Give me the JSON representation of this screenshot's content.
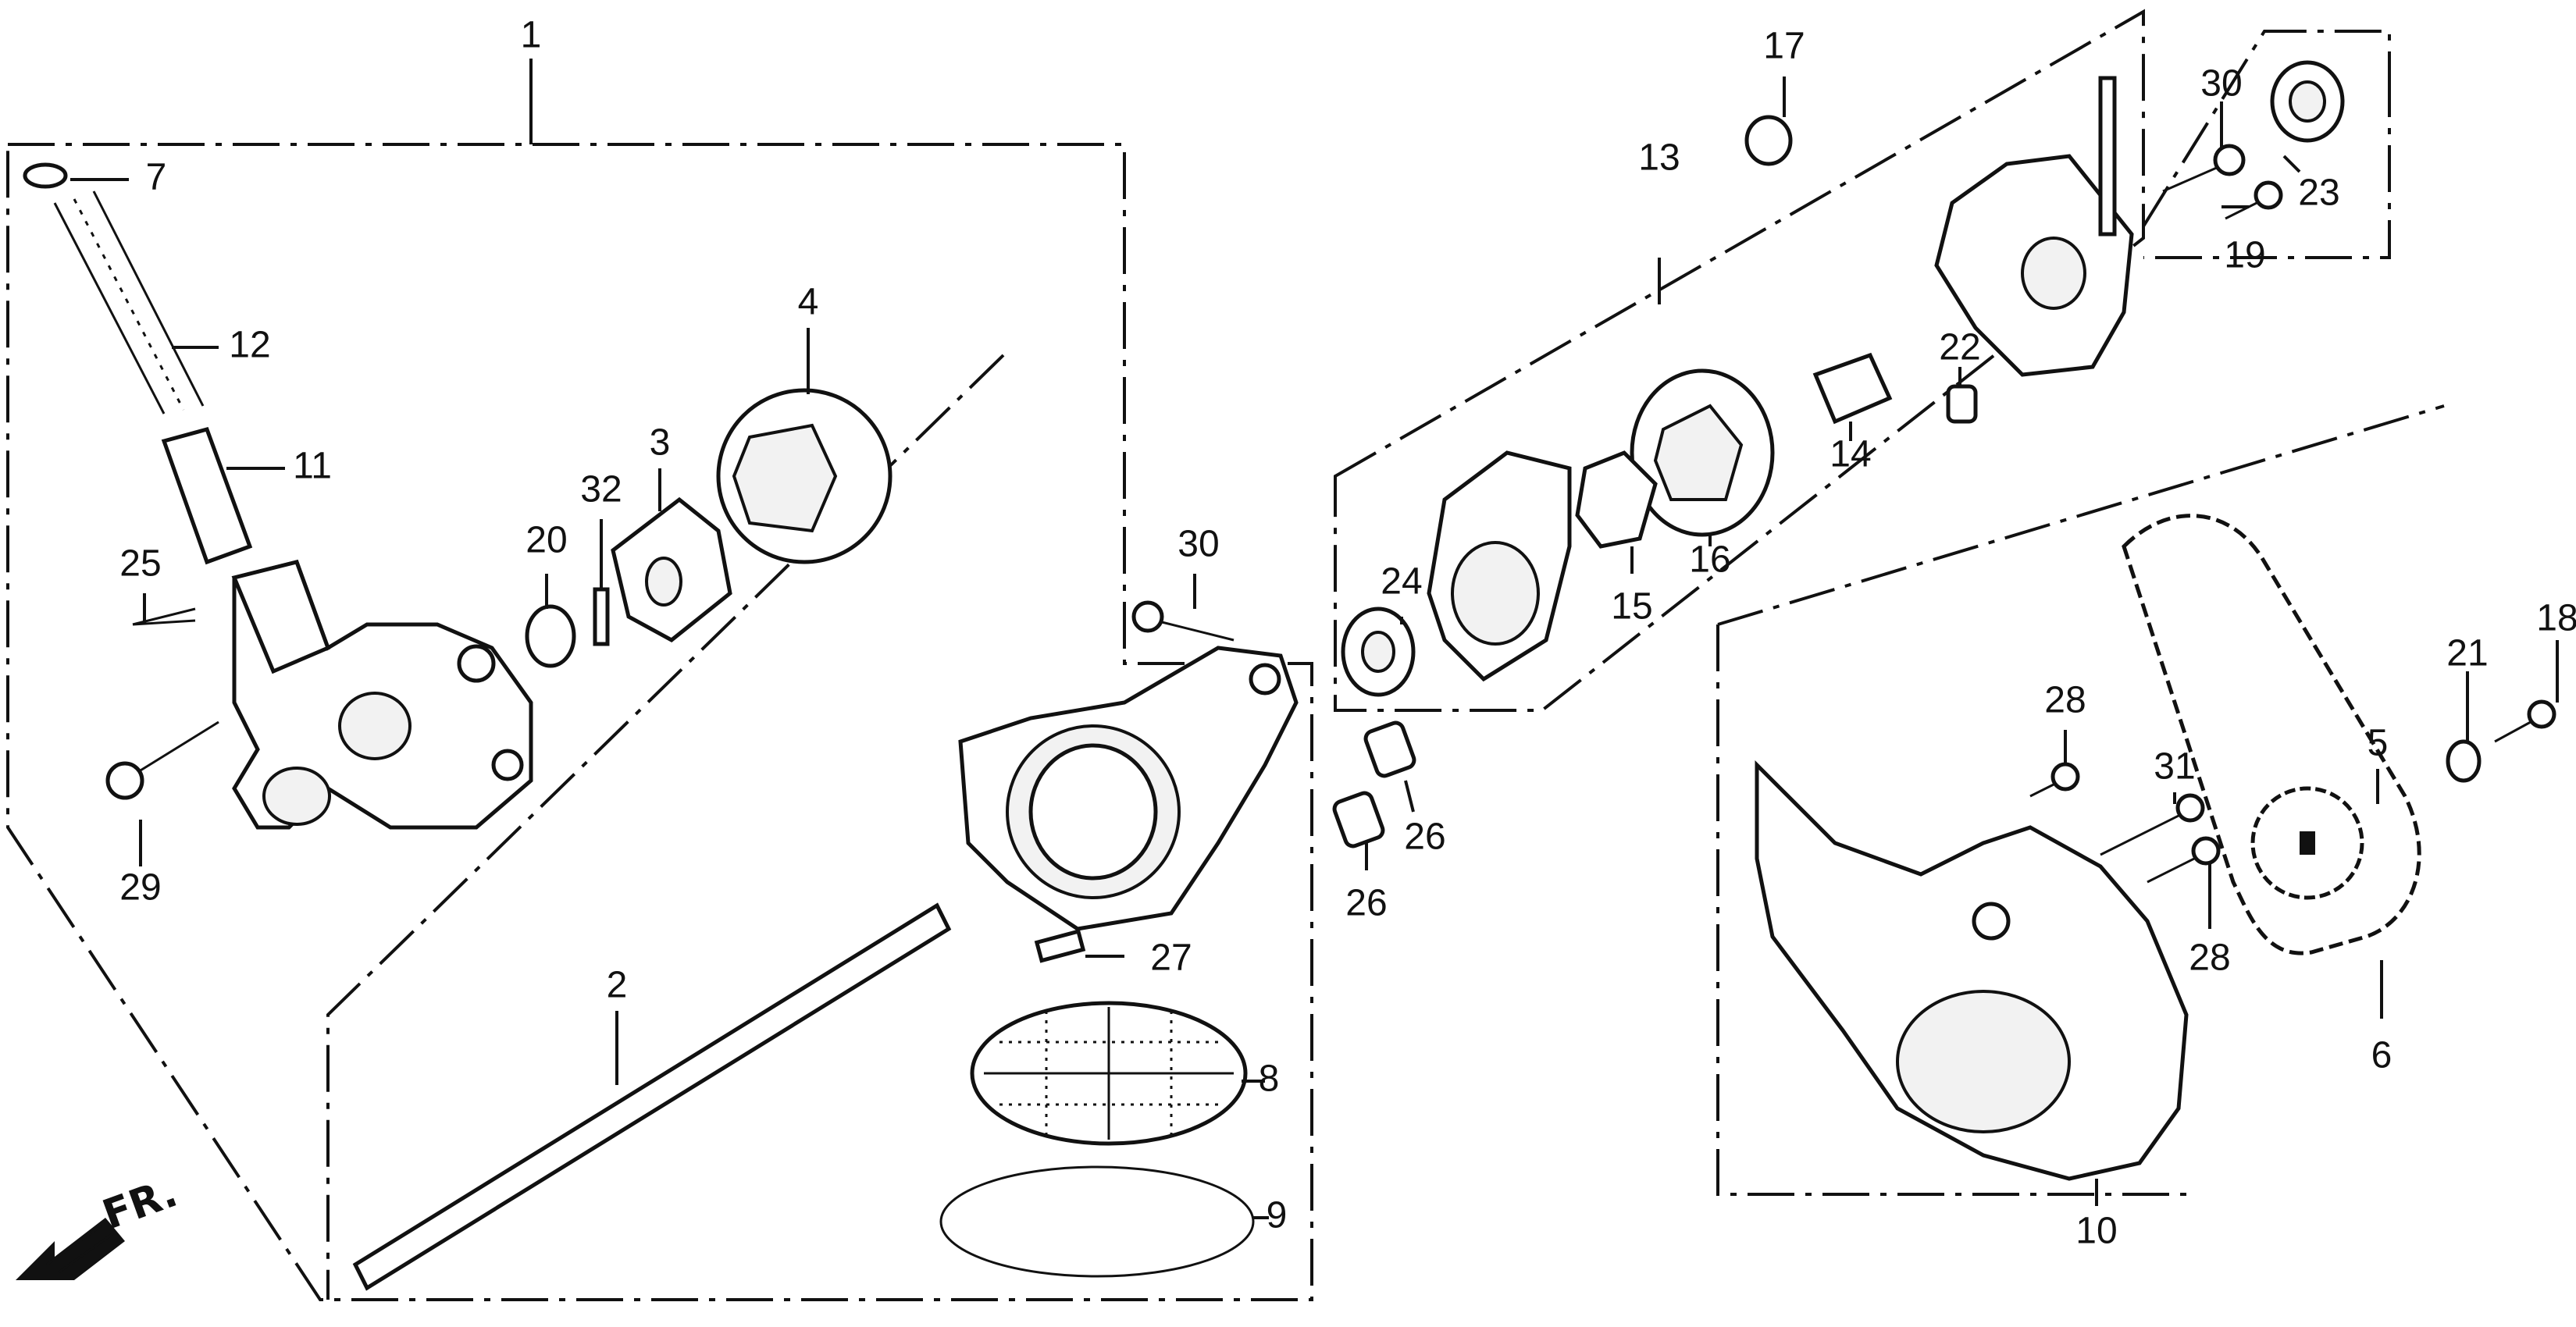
{
  "diagram": {
    "direction_marker": "FR.",
    "callouts": [
      {
        "id": "c1",
        "text": "1"
      },
      {
        "id": "c2",
        "text": "2"
      },
      {
        "id": "c3",
        "text": "3"
      },
      {
        "id": "c4",
        "text": "4"
      },
      {
        "id": "c5",
        "text": "5"
      },
      {
        "id": "c6",
        "text": "6"
      },
      {
        "id": "c7",
        "text": "7"
      },
      {
        "id": "c8",
        "text": "8"
      },
      {
        "id": "c9",
        "text": "9"
      },
      {
        "id": "c10",
        "text": "10"
      },
      {
        "id": "c11",
        "text": "11"
      },
      {
        "id": "c12",
        "text": "12"
      },
      {
        "id": "c13",
        "text": "13"
      },
      {
        "id": "c14",
        "text": "14"
      },
      {
        "id": "c15",
        "text": "15"
      },
      {
        "id": "c16",
        "text": "16"
      },
      {
        "id": "c17",
        "text": "17"
      },
      {
        "id": "c18",
        "text": "18"
      },
      {
        "id": "c19",
        "text": "19"
      },
      {
        "id": "c20",
        "text": "20"
      },
      {
        "id": "c21",
        "text": "21"
      },
      {
        "id": "c22",
        "text": "22"
      },
      {
        "id": "c23",
        "text": "23"
      },
      {
        "id": "c24",
        "text": "24"
      },
      {
        "id": "c25",
        "text": "25"
      },
      {
        "id": "c26a",
        "text": "26"
      },
      {
        "id": "c26b",
        "text": "26"
      },
      {
        "id": "c27",
        "text": "27"
      },
      {
        "id": "c28a",
        "text": "28"
      },
      {
        "id": "c28b",
        "text": "28"
      },
      {
        "id": "c29",
        "text": "29"
      },
      {
        "id": "c30a",
        "text": "30"
      },
      {
        "id": "c30b",
        "text": "30"
      },
      {
        "id": "c31",
        "text": "31"
      },
      {
        "id": "c32",
        "text": "32"
      }
    ]
  }
}
